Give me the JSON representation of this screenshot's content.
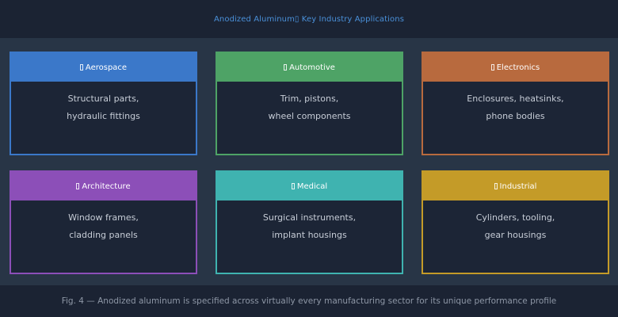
{
  "title": "Anodized Aluminum▯ Key Industry Applications",
  "cards": [
    {
      "icon": "airplane-icon",
      "label": "Aerospace",
      "color": "#3b78c9",
      "lines": [
        "Structural parts,",
        "hydraulic fittings"
      ]
    },
    {
      "icon": "car-icon",
      "label": "Automotive",
      "color": "#4ea366",
      "lines": [
        "Trim, pistons,",
        "wheel components"
      ]
    },
    {
      "icon": "chip-icon",
      "label": "Electronics",
      "color": "#b86a3e",
      "lines": [
        "Enclosures, heatsinks,",
        "phone bodies"
      ]
    },
    {
      "icon": "building-icon",
      "label": "Architecture",
      "color": "#8c4fb8",
      "lines": [
        "Window frames,",
        "cladding panels"
      ]
    },
    {
      "icon": "medical-icon",
      "label": "Medical",
      "color": "#3fb3b0",
      "lines": [
        "Surgical instruments,",
        "implant housings"
      ]
    },
    {
      "icon": "factory-icon",
      "label": "Industrial",
      "color": "#c49b28",
      "lines": [
        "Cylinders, tooling,",
        "gear housings"
      ]
    }
  ],
  "caption": "Fig. 4 — Anodized aluminum is specified across virtually every manufacturing sector for its unique performance profile"
}
